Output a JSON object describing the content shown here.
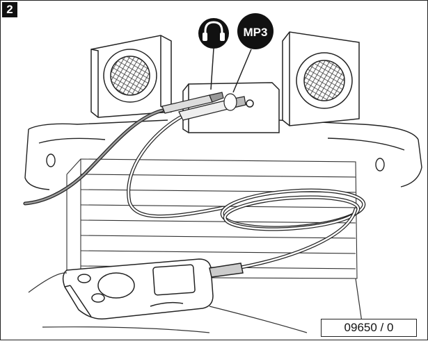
{
  "figure": {
    "step_number": "2",
    "reference_code": "09650 / 0",
    "jack_labels": {
      "headphone_icon": "headphones-icon",
      "mp3_label": "MP3"
    }
  }
}
